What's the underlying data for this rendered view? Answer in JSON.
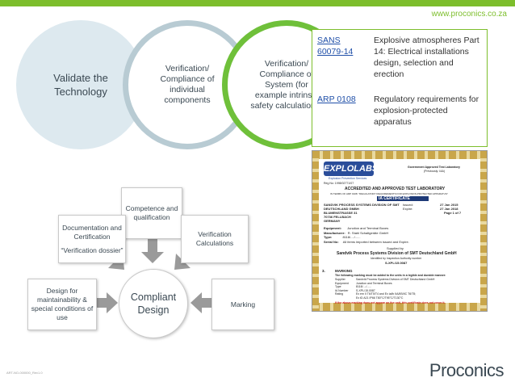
{
  "header": {
    "url": "www.proconics.co.za",
    "bar_colors": [
      "#7dbe2c",
      "#9bcd5c",
      "#5a9e1e"
    ]
  },
  "process": {
    "step1": "Validate the Technology",
    "step2": "Verification/ Compliance of individual components",
    "step3": "Verification/ Compliance of System (for example intrinsic safety calculations)"
  },
  "standards": [
    {
      "code_line1": "SANS",
      "code_line2": "60079-14",
      "description": "Explosive atmospheres Part 14: Electrical installations design, selection and erection"
    },
    {
      "code_line1": "ARP 0108",
      "code_line2": "",
      "description": "Regulatory requirements for explosion-protected apparatus"
    }
  ],
  "certificate": {
    "logo": "EXPLOLABS",
    "logo_sub": "Explosion Prevention Services",
    "lab_line1": "Government Approved Test Laboratory",
    "lab_line2": "(Previously: IAA)",
    "reg_no": "Reg No: 1998/02771/07",
    "accredited": "ACCREDITED AND APPROVED TEST LABORATORY",
    "accredited_sub": "IN TERMS OF ARP 0108: \"REGULATORY REQUIREMENTS FOR EXPLOSION-PROTECTED APPARATUS\"",
    "ia_certificate": "IA CERTIFICATE",
    "company": [
      "SANDVIK PROCESS SYSTEMS DIVISION OF SMT",
      "DEUTSCHLAND GMBH",
      "BLUMENSTRASSE 31",
      "70736 FELLBACH",
      "GERMANY"
    ],
    "issued_label": "Issued:",
    "issued": "27 Jan 2015",
    "expire_label": "Expire:",
    "expire": "27 Jan 2018",
    "page": "Page 1 of 7",
    "fields": [
      {
        "label": "Equipment:",
        "value": "Junction and Terminal Boxes"
      },
      {
        "label": "Manufacturer:",
        "value": "R. Stahl Schaltgeräte GmbH"
      },
      {
        "label": "Type:",
        "value": "8118/..../......"
      },
      {
        "label": "Serial No:",
        "value": "All items imported between issued and Expire."
      }
    ],
    "supplied_by": "Supplied by",
    "supplier": "Sandvik Process Systems Division of SMT Deutschland GmbH",
    "identified": "Identified by Inspection Authority number",
    "ia_number": "S-XPL/15.0087",
    "marking_no": "3.",
    "marking_title": "MARKING",
    "marking_text": "The following marking must be added to the units in a legible and durable manner:",
    "marking_fields": [
      {
        "label": "Supplier",
        "value": "Sandvik Process Systems Division of SMT Deutschland GmbH"
      },
      {
        "label": "Equipment",
        "value": "Junction and Terminal Boxes"
      },
      {
        "label": "Type",
        "value": "8118/..../......"
      },
      {
        "label": "IA Number",
        "value": "S-XPL/15.0087"
      },
      {
        "label": "Rating",
        "value": "Ex em II T6/T5/T4 and Ex ia/ib IIA/IIB/IIC T6/T5;"
      },
      {
        "label": "",
        "value": "Ex tD A21 IP66 T80°C/T95°C/T130°C"
      }
    ],
    "warning": "If the above marking does not appear on the unit, this certificate does not cover it."
  },
  "diagram": {
    "center": "Compliant Design",
    "competence": "Competence and qualification",
    "documentation": "Documentation and Certification",
    "verification_dossier": "“Verification dossier”",
    "verification_calculations": "Verification Calculations",
    "design_maintainability": "Design for maintainability & special conditions of use",
    "marking": "Marking"
  },
  "footer": {
    "note": "ART-NO-000000_Rev1.0",
    "logo": "Proconics"
  }
}
